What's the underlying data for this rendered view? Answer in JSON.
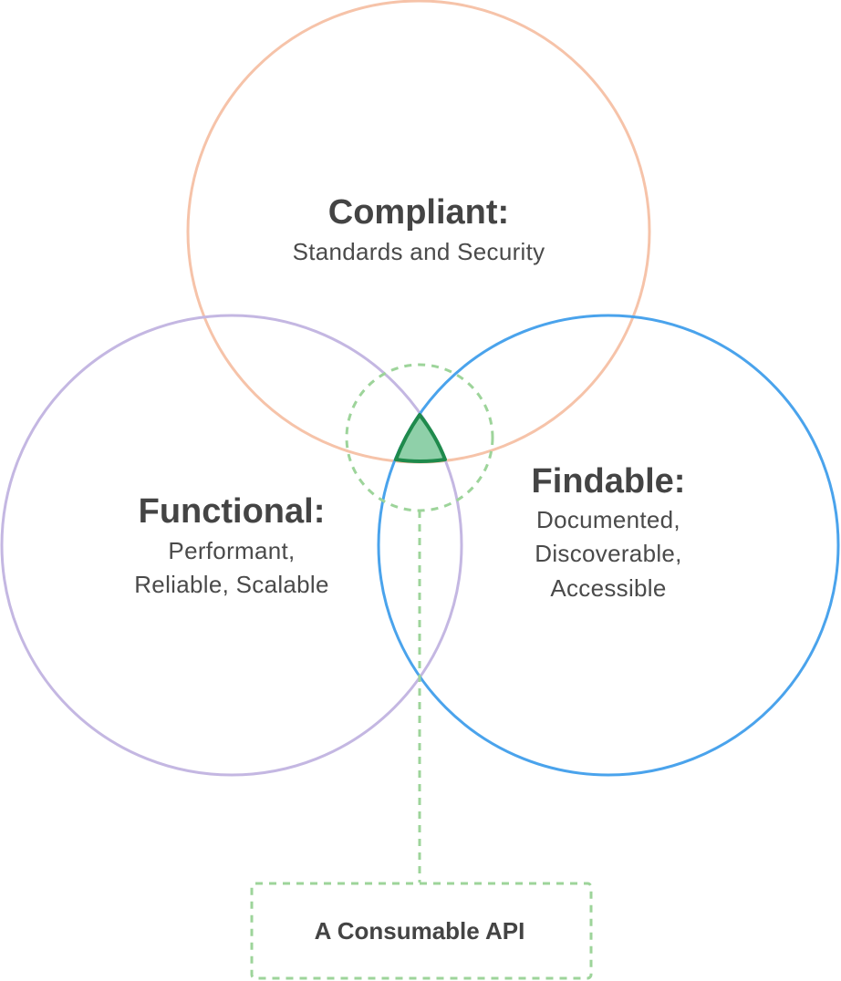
{
  "diagram": {
    "compliant": {
      "title": "Compliant:",
      "lines": [
        "Standards and Security"
      ]
    },
    "functional": {
      "title": "Functional:",
      "lines": [
        "Performant,",
        "Reliable, Scalable"
      ]
    },
    "findable": {
      "title": "Findable:",
      "lines": [
        "Documented,",
        "Discoverable,",
        "Accessible"
      ]
    },
    "result": {
      "label": "A Consumable API"
    }
  },
  "colors": {
    "compliant": "#f6c3a9",
    "functional": "#c4b7e2",
    "findable": "#4aa3ec",
    "intersection_stroke": "#1f8a4c",
    "intersection_fill": "#8fd0a9",
    "callout": "#9dd49a"
  }
}
